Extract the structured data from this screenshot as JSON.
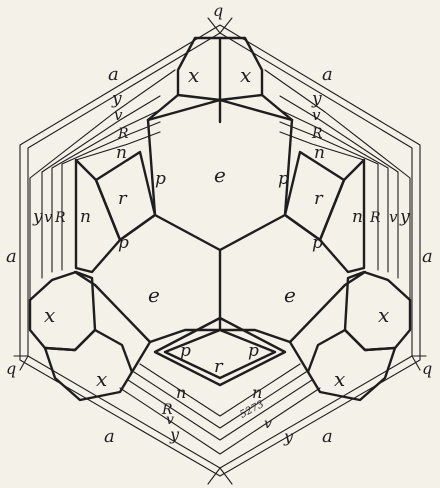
{
  "face_labels": {
    "q": "q",
    "a": "a",
    "y": "y",
    "v": "v",
    "R": "R",
    "n": "n",
    "r": "r",
    "p": "p",
    "e": "e",
    "x": "x"
  },
  "figure_number": "5273"
}
